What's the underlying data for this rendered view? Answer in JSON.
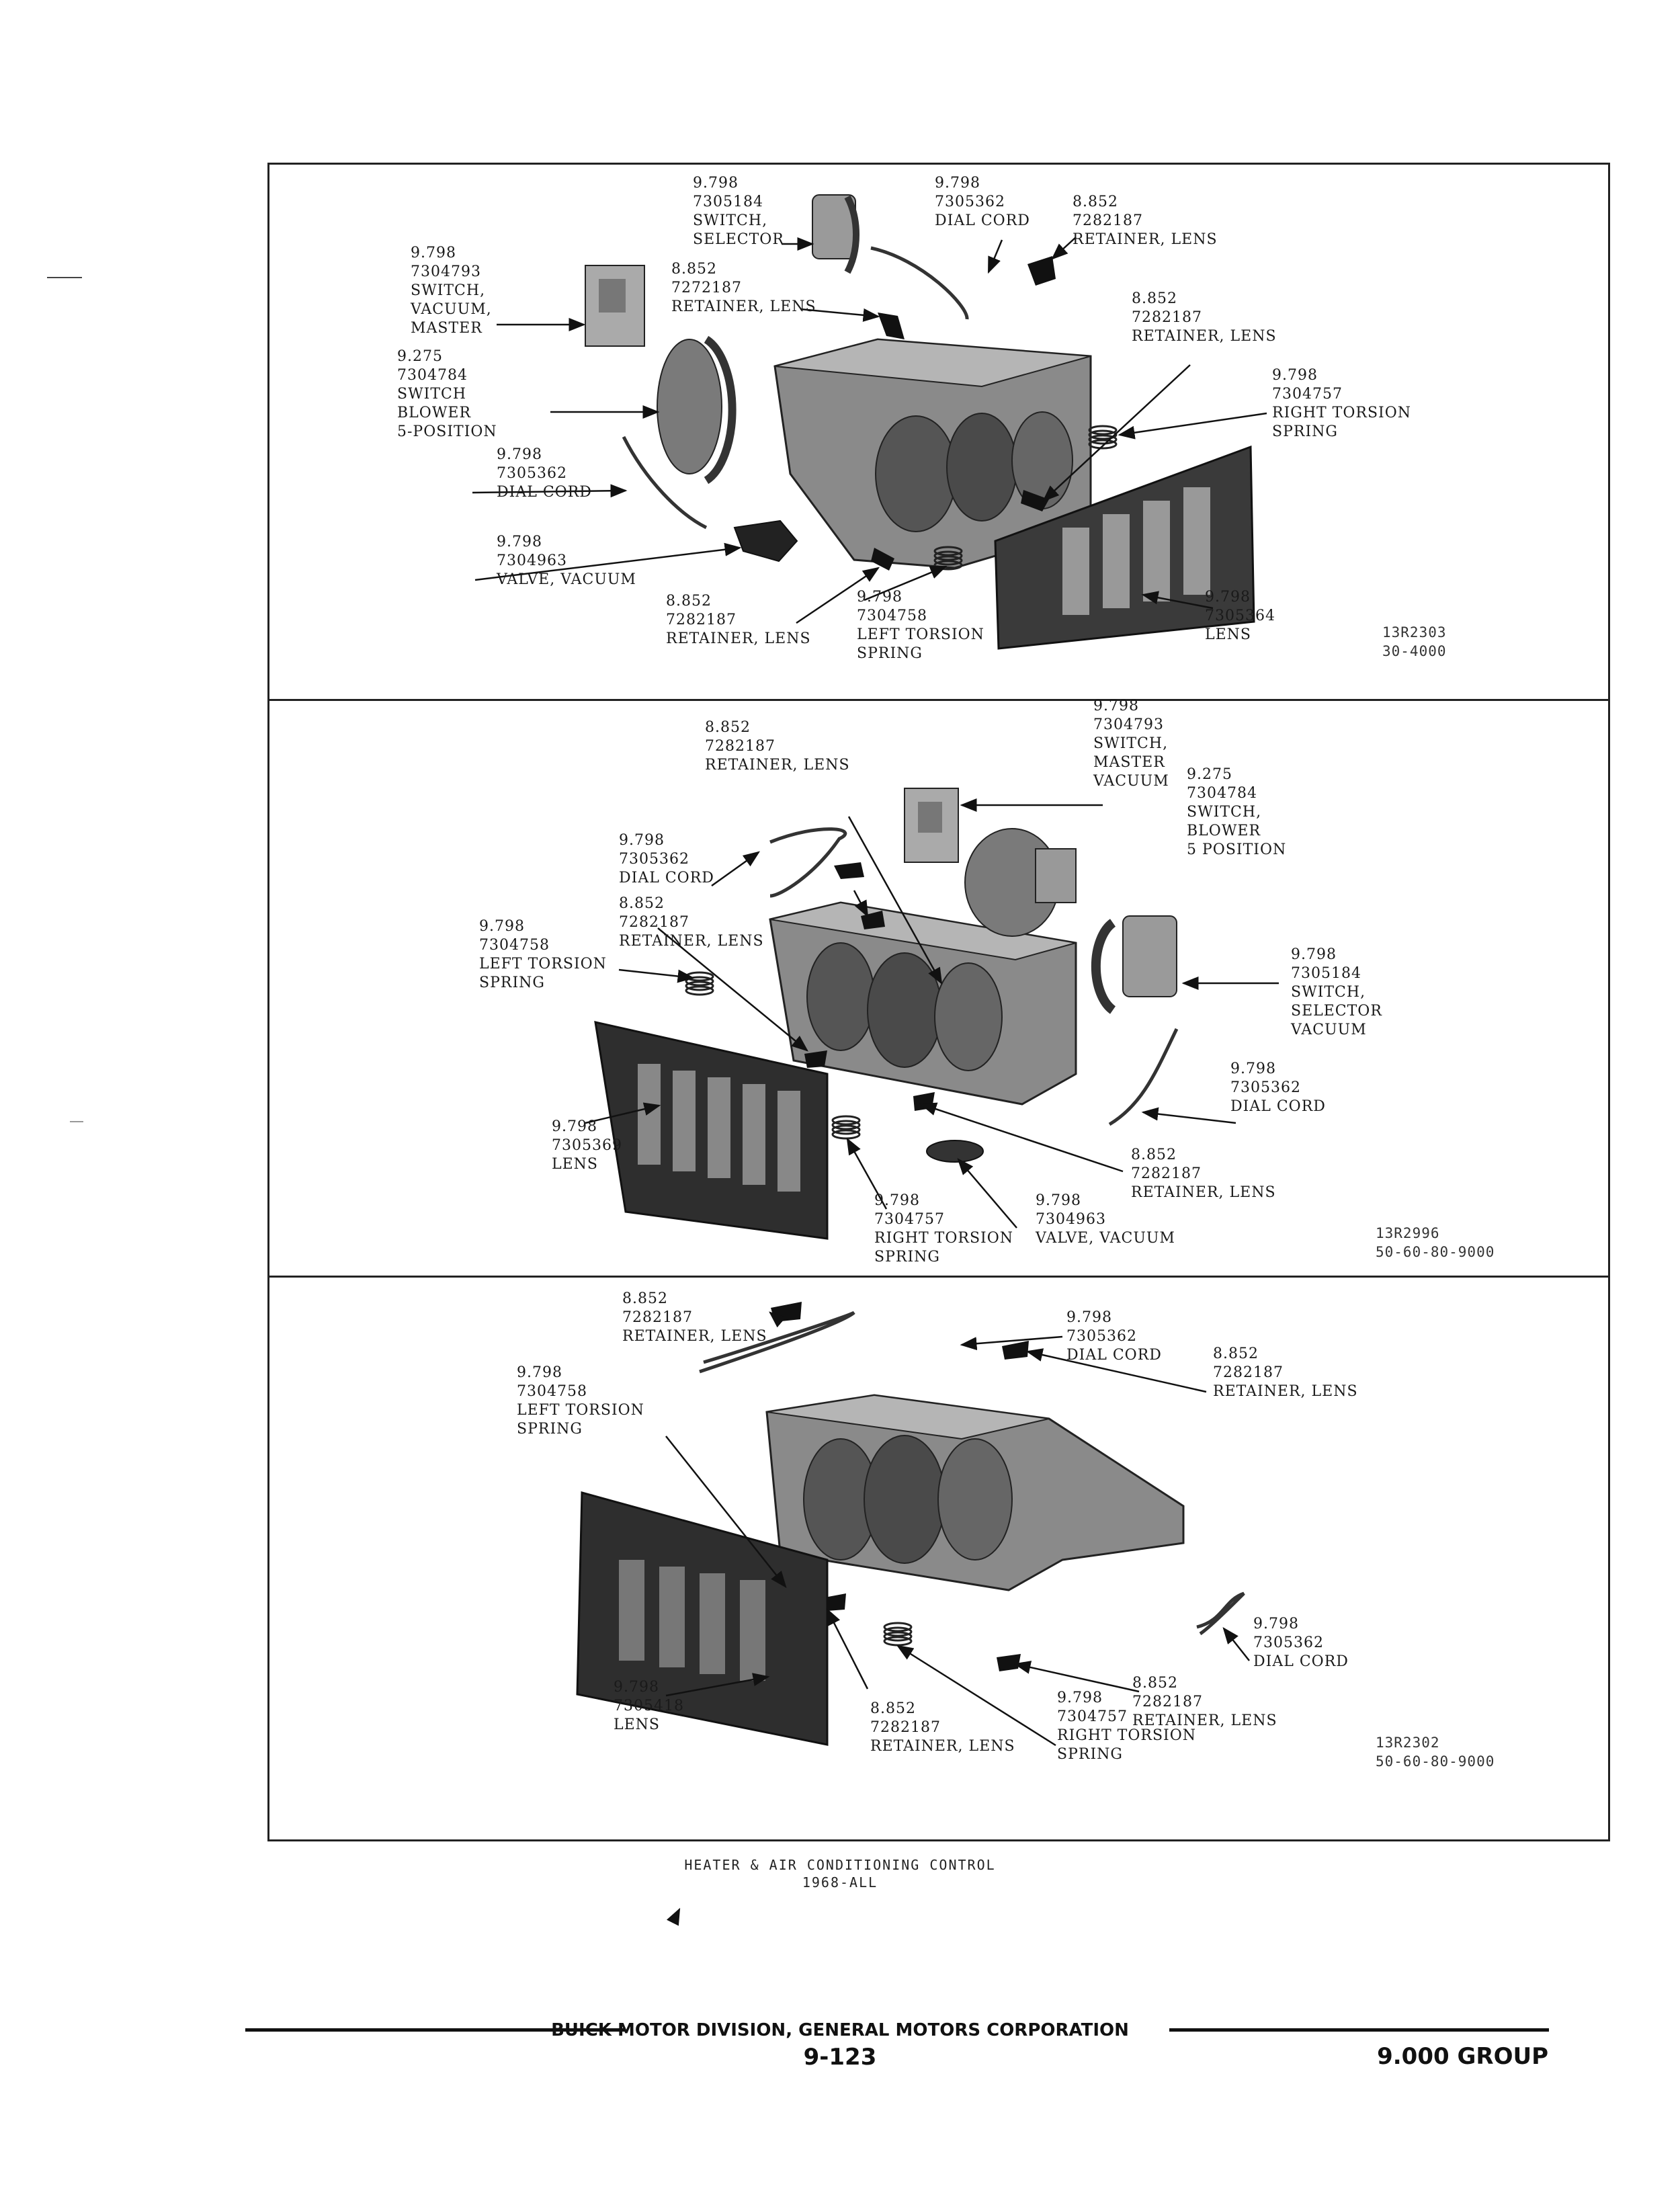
{
  "panels": [
    {
      "figure_code": [
        "13R2303",
        "30-4000"
      ],
      "labels": [
        {
          "lines": [
            "9.798",
            "7305184",
            "SWITCH,",
            "SELECTOR"
          ]
        },
        {
          "lines": [
            "9.798",
            "7305362",
            "DIAL CORD"
          ]
        },
        {
          "lines": [
            "8.852",
            "7282187",
            "RETAINER, LENS"
          ]
        },
        {
          "lines": [
            "9.798",
            "7304793",
            "SWITCH,",
            "VACUUM,",
            "MASTER"
          ]
        },
        {
          "lines": [
            "8.852",
            "7272187",
            "RETAINER, LENS"
          ]
        },
        {
          "lines": [
            "8.852",
            "7282187",
            "RETAINER, LENS"
          ]
        },
        {
          "lines": [
            "9.275",
            "7304784",
            "SWITCH",
            "BLOWER",
            "5-POSITION"
          ]
        },
        {
          "lines": [
            "9.798",
            "7304757",
            "RIGHT TORSION",
            "SPRING"
          ]
        },
        {
          "lines": [
            "9.798",
            "7305362",
            "DIAL CORD"
          ]
        },
        {
          "lines": [
            "9.798",
            "7304963",
            "VALVE, VACUUM"
          ]
        },
        {
          "lines": [
            "8.852",
            "7282187",
            "RETAINER, LENS"
          ]
        },
        {
          "lines": [
            "9.798",
            "7304758",
            "LEFT TORSION",
            "SPRING"
          ]
        },
        {
          "lines": [
            "9.798",
            "7305364",
            "LENS"
          ]
        }
      ]
    },
    {
      "figure_code": [
        "13R2996",
        "50-60-80-9000"
      ],
      "labels": [
        {
          "lines": [
            "9.798",
            "7304793",
            "SWITCH,",
            "MASTER",
            "VACUUM"
          ]
        },
        {
          "lines": [
            "8.852",
            "7282187",
            "RETAINER, LENS"
          ]
        },
        {
          "lines": [
            "9.275",
            "7304784",
            "SWITCH,",
            "BLOWER",
            "5 POSITION"
          ]
        },
        {
          "lines": [
            "9.798",
            "7305362",
            "DIAL CORD"
          ]
        },
        {
          "lines": [
            "8.852",
            "7282187",
            "RETAINER, LENS"
          ]
        },
        {
          "lines": [
            "9.798",
            "7304758",
            "LEFT TORSION",
            "SPRING"
          ]
        },
        {
          "lines": [
            "9.798",
            "7305184",
            "SWITCH,",
            "SELECTOR",
            "VACUUM"
          ]
        },
        {
          "lines": [
            "9.798",
            "7305362",
            "DIAL CORD"
          ]
        },
        {
          "lines": [
            "9.798",
            "7305369",
            "LENS"
          ]
        },
        {
          "lines": [
            "8.852",
            "7282187",
            "RETAINER, LENS"
          ]
        },
        {
          "lines": [
            "9.798",
            "7304757",
            "RIGHT TORSION",
            "SPRING"
          ]
        },
        {
          "lines": [
            "9.798",
            "7304963",
            "VALVE, VACUUM"
          ]
        }
      ]
    },
    {
      "figure_code": [
        "13R2302",
        "50-60-80-9000"
      ],
      "labels": [
        {
          "lines": [
            "8.852",
            "7282187",
            "RETAINER, LENS"
          ]
        },
        {
          "lines": [
            "9.798",
            "7305362",
            "DIAL CORD"
          ]
        },
        {
          "lines": [
            "8.852",
            "7282187",
            "RETAINER, LENS"
          ]
        },
        {
          "lines": [
            "9.798",
            "7304758",
            "LEFT TORSION",
            "SPRING"
          ]
        },
        {
          "lines": [
            "9.798",
            "7305362",
            "DIAL CORD"
          ]
        },
        {
          "lines": [
            "8.852",
            "7282187",
            "RETAINER, LENS"
          ]
        },
        {
          "lines": [
            "9.798",
            "7305418",
            "LENS"
          ]
        },
        {
          "lines": [
            "8.852",
            "7282187",
            "RETAINER, LENS"
          ]
        },
        {
          "lines": [
            "9.798",
            "7304757",
            "RIGHT TORSION",
            "SPRING"
          ]
        }
      ]
    }
  ],
  "caption": [
    "HEATER & AIR CONDITIONING CONTROL",
    "1968-ALL"
  ],
  "footer": {
    "division": "BUICK MOTOR DIVISION, GENERAL MOTORS CORPORATION",
    "page": "9-123",
    "group": "9.000 GROUP"
  }
}
